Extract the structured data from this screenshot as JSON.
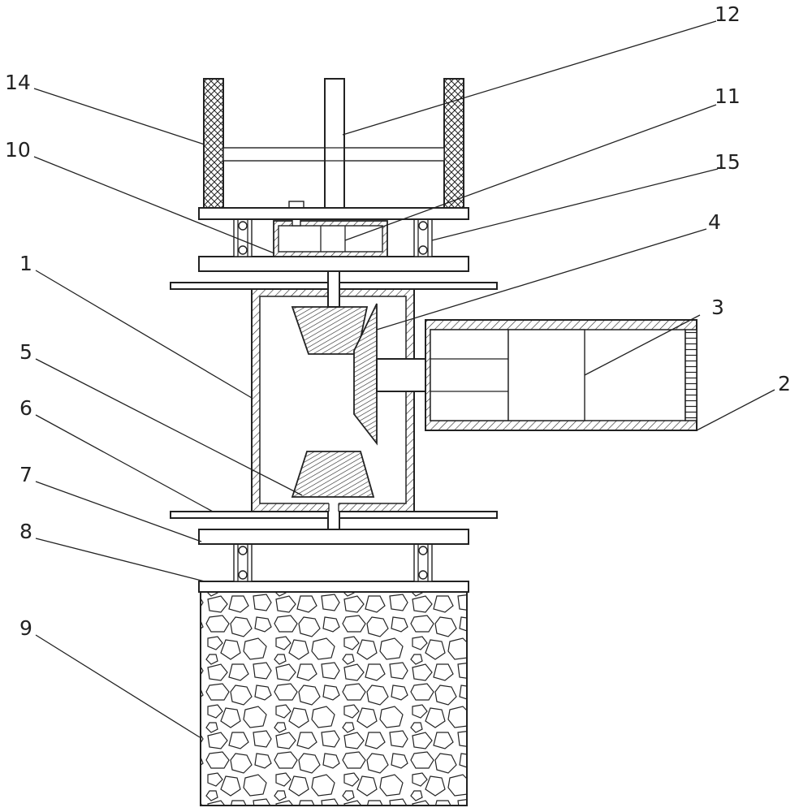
{
  "callouts": [
    {
      "id": "1",
      "text": "1"
    },
    {
      "id": "2",
      "text": "2"
    },
    {
      "id": "3",
      "text": "3"
    },
    {
      "id": "4",
      "text": "4"
    },
    {
      "id": "5",
      "text": "5"
    },
    {
      "id": "6",
      "text": "6"
    },
    {
      "id": "7",
      "text": "7"
    },
    {
      "id": "8",
      "text": "8"
    },
    {
      "id": "9",
      "text": "9"
    },
    {
      "id": "10",
      "text": "10"
    },
    {
      "id": "11",
      "text": "11"
    },
    {
      "id": "12",
      "text": "12"
    },
    {
      "id": "14",
      "text": "14"
    },
    {
      "id": "15",
      "text": "15"
    }
  ],
  "colors": {
    "line": "#222222",
    "background": "#ffffff"
  }
}
